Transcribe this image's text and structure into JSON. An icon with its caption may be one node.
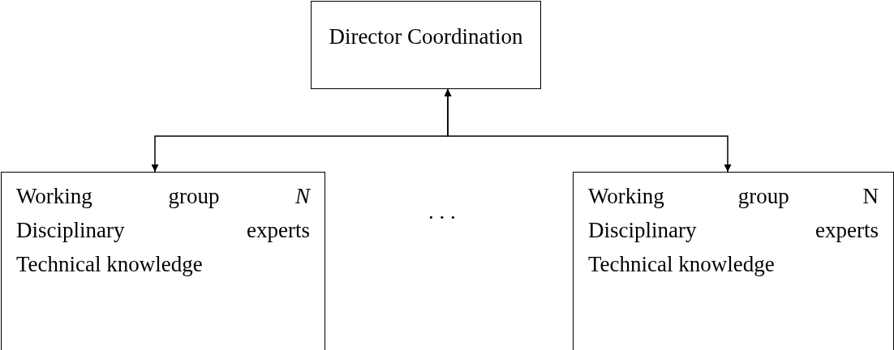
{
  "diagram": {
    "nodes": [
      {
        "text": [
          "Director Coordination"
        ]
      },
      {
        "text": [
          "Working group *N*",
          "Disciplinary experts",
          "Technical knowledge"
        ]
      },
      {
        "text": [
          "Working group N",
          "Disciplinary experts",
          "Technical knowledge"
        ]
      }
    ],
    "edges": [
      {
        "from": 0,
        "to": 1,
        "arrow": "both"
      },
      {
        "from": 0,
        "to": 2,
        "arrow": "both"
      }
    ],
    "labels": [
      ". . ."
    ]
  }
}
